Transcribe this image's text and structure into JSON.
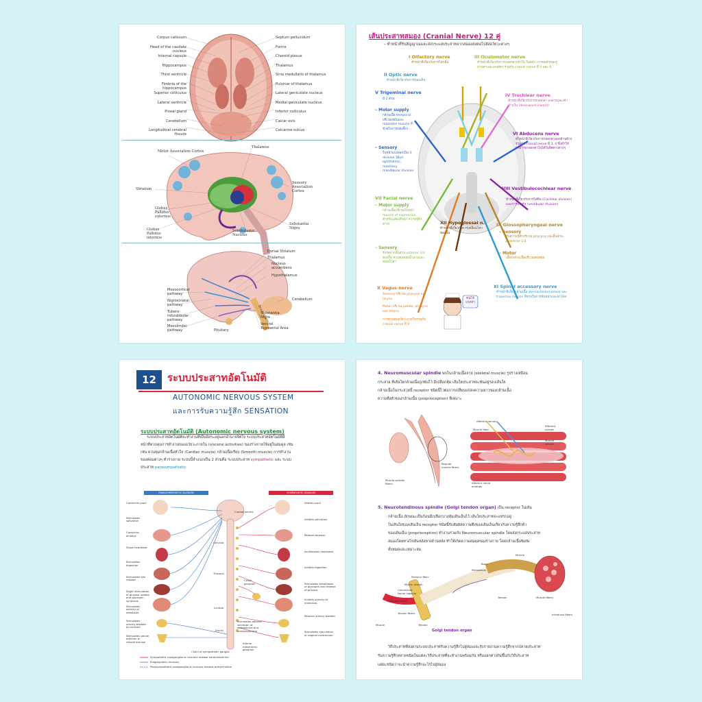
{
  "page1": {
    "left_labels": [
      "Corpus callosum",
      "Head of the caudate nucleus",
      "Internal capsule",
      "Hippocampus",
      "Third ventricle",
      "Fimbria of the hippocampus",
      "Superior colliculus",
      "Lateral ventricle",
      "Pineal gland",
      "Cerebellum",
      "Longitudinal cerebral fissure"
    ],
    "right_labels": [
      "Septum pellucidum",
      "Fornix",
      "Choroid plexus",
      "Thalamus",
      "Stria medullaris of thalamus",
      "Pulvinar of thalamus",
      "Lateral geniculate nucleus",
      "Medial geniculate nucleus",
      "Inferior colliculus",
      "Calcar avis",
      "Calcarine sulcus"
    ],
    "basal_left": [
      "Motor Association Cortex",
      "Striatum",
      "Globus Pallidus externus",
      "Globus Pallidus internus"
    ],
    "basal_right": [
      "Thalamus",
      "Sensory Association Cortex",
      "Substantia Nigra"
    ],
    "basal_bottom": "Subthalamic Nucleus",
    "dop_right": [
      "Dorsal Striatum",
      "Thalamus",
      "Nucleus accumbens",
      "Hypothalamus",
      "Cerebellum",
      "Substantia Nigra",
      "Ventral Tegmental Area"
    ],
    "dop_left": [
      "Mesocortical pathway",
      "Nigrostriatal pathway",
      "Tubero-infundibular pathway",
      "Mesolimbic pathway"
    ],
    "dop_bottom": "Pituitary",
    "brainstem": "Brain stem"
  },
  "page2": {
    "title": "เส้นประสาทสมอง (Cranial Nerve) 12 คู่",
    "subtitle": "–  ทำหน้าที่รับสัญญาณและส่งกระแสประสาทจากสมองส่งต่อไปยังอวัยวะต่างๆ",
    "n1": {
      "name": "I Olfactory nerve",
      "desc": "ทำหน้าที่เกี่ยวกับการได้กลิ่น"
    },
    "n2": {
      "name": "II Optic nerve",
      "desc": "ทำหน้าที่เกี่ยวกับการมองเห็น"
    },
    "n3": {
      "name": "III Oculomotor nerve",
      "desc": "ทำหน้าที่เกี่ยวกับการกลอกตาเข้าใน ในหน้า การหดตัวของรูม่านตาและเลนส์ตา ร่วมกับ cranial nerve ที่ 4 และ 6"
    },
    "n4": {
      "name": "IV Trochlear nerve",
      "desc": "ทำหน้าที่เกี่ยวกับการกลอกตา ลงล่างและเข้าด้านใน (downward-inward)"
    },
    "n5": {
      "name": "V Trigeminal nerve",
      "split": "มี 2 ส่วน",
      "motor": "Motor supply",
      "motor_desc": "กล้ามเนื้อ temporal บริเวณขมับและ masseter muscle ที่ช่วยในการบดเคี้ยว",
      "sensory": "Sensory",
      "sensory_desc": "ใบหน้าแบ่งออกเป็น 3 division ได้แก่ ophthalmic, maxillary, mandibular division"
    },
    "n6": {
      "name": "VI Abducens nerve",
      "desc": "ทำหน้าที่เกี่ยวกับการกลอกตาออกด้านข้าง ร่วมกับ cranial nerve ที่ 3, 4 ซึ่งทำให้สามารถกลอกตาไปได้ในทิศทางต่างๆ"
    },
    "n7": {
      "name": "VII Facial nerve",
      "motor": "Motor supply",
      "motor_desc": "กล้ามเนื้อบริเวณใบหน้า muscle of expression สำหรับแสดงสีหน้า ความรู้สึกต่างๆ",
      "sensory": "Sensory",
      "sensory_desc": "รับรสจากลิ้นส่วน anterior 2/3 ของลิ้น ควบคุมต่อมน้ำลายและต่อมน้ำตา"
    },
    "n8": {
      "name": "VIII Vestibulocochlear nerve",
      "desc": "ทำหน้าที่เกี่ยวกับการได้ยิน (Cochlear division) และการทรงตัว (vestibular division)"
    },
    "n9": {
      "name": "IX Glossopharyngeal nerve",
      "sensory": "Sensory",
      "sensory_desc": "รับความรู้สึกบริเวณ pharynx และลิ้นส่วน posterior 1/3",
      "motor": "Motor",
      "motor_desc": "เลี้ยงกล้ามเนื้อบริเวณคอหอย"
    },
    "n10": {
      "name": "X Vagus nerve",
      "l1": "Sensory บริเวณ pharynx และ larynx",
      "l2": "Motor บริเวณ palate, pharynx และ larynx",
      "l3": "การควบคุมอวัยวะภายในร่วมกับ cranial nerve ที่ 9"
    },
    "n11": {
      "name": "XI Spinal accessory nerve",
      "desc": "ทำหน้าที่เลี้ยงกล้ามเนื้อ sternocleidomastoid และ trapezius muscle ที่ช่วยในการหันหน้าและยกไหล่"
    },
    "n12": {
      "name": "XII Hypoglossal n.",
      "desc": "ทำหน้าที่เกี่ยวกับการเคลื่อนไหวของลิ้น"
    },
    "speech": "คนไข้ ปวดหัว"
  },
  "page3": {
    "chapter_no": "12",
    "title_th": "ระบบประสาทอัตโนมัติ",
    "title_en1": "AUTONOMIC NERVOUS SYSTEM",
    "title_en2": "และการรับความรู้สึก SENSATION",
    "section": "ระบบประสาทอัตโนมัติ (Autonomic nervous system)",
    "p1": "ระบบประสาทอัตโนมัติจะทำงานที่เป็นอิสระอยู่นอกอำนาจจิตใจ ระบบประสาทอัตโนมัติมี",
    "p2": "หน้าที่ควบคุมการทำงานของอวัยวะภายใน (visceral activities) ของร่างกายให้อยู่ในสมดุล เช่น",
    "p3": "เช่น ควบคุมกล้ามเนื้อหัวใจ (Cardiac muscle) กล้ามเนื้อเรียบ (Smooth muscle) การทำงาน",
    "p4": "ของต่อมต่างๆ ทั่วร่างกาย ระบบนี้จำแนกเป็น 2 ส่วนคือ ระบบประสาท",
    "sym": "sympathetic",
    "and": " และ ระบบ",
    "p5": "ประสาท ",
    "para": "parasympathetic",
    "hdr_left": "PARASYMPATHETIC DIVISION",
    "hdr_right": "SYMPATHETIC DIVISION",
    "left_items": [
      "Constricts pupil",
      "Stimulates salivation",
      "Constricts airways",
      "Slows heartbeat",
      "Stimulates digestion",
      "Stimulates bile release",
      "Slight stimulation of glucose uptake and glycogen synthesis",
      "Stimulates activity of intestines",
      "Stimulates urinary bladder to contract",
      "Stimulates penile erection or clitoral arousal"
    ],
    "right_items": [
      "Dilates pupil",
      "Inhibits salivation",
      "Relaxes airways",
      "Accelerates heartbeat",
      "Inhibits digestion",
      "Stimulates breakdown of glycogen and release of glucose",
      "Inhibits activity of intestines",
      "Relaxes urinary bladder",
      "Stimulates ejaculation or vaginal contraction"
    ],
    "center_items": [
      "Cranial nerves",
      "Cervical",
      "Thoracic",
      "Lumbar",
      "Sacral",
      "Celiac ganglion",
      "Stimulates adrenal secretion of epinephrine and norepinephrine",
      "Inferior mesenteric ganglion",
      "Chain of sympathetic ganglia"
    ],
    "legend": [
      "Sympathetic postganglionic neurons release norepinephrine",
      "Preganglionic neurons",
      "Parasympathetic postganglionic neurons release acetylcholine"
    ]
  },
  "page4": {
    "h1_num": "4. Neuromuscular spindle",
    "h1_text": " พบในกล้ามเนื้อลาย (skeletal muscle) รูปร่างเหมือน",
    "l1": "กระสวย ที่เส้นใยกล้ามเนื้อถูกพันไว้ มีเปลือกหุ้ม เส้นใยประสาทจะพันอยู่รอบเส้นใย",
    "l2": "กล้ามเนื้อในกระสวยนี้ receptor ชนิดนี้ไวต่อการเปลี่ยนแปลงความยาวของกล้ามเนื้อ",
    "l3": "ความตึงตัวของกล้ามเนื้อ (proprioception) ที่เหมาะ",
    "fig1_labels": [
      "Afferent nerves",
      "Muscle fiber",
      "Efferent nerves",
      "Muscle spindle",
      "Regular muscle fibers",
      "Muscle spindle fibers",
      "Afferent nerve endings"
    ],
    "h2_num": "5. Neurotendinous spindle (Golgi tendon organ)",
    "h2_text": " เป็น receptor ในเส้น",
    "m1": "กล้ามเนื้อ ลักษณะเป็นก้อนมีเปลือกบางหุ้มเส้นเอ็นไว้ เส้นใยประสาทจะแทรกอยู่",
    "m2": "ในเส้นใยของเส้นเอ็น receptor ชนิดนี้รับสัมผัสความตึงของเส้นเอ็นเกี่ยวกับความรู้สึกตัว",
    "m3": "ของเส้นเอ็น (proprioception) ทำงานร่วมกับ Neuromuscular spindle โดยส่งกระแสประสาท",
    "m4": "สมองโดยทางไขสันหลังทางด้านหลัง ทำให้เกิดความสมดุลของร่างกาย โดยกล้ามเนื้อพิเศษ",
    "m5": "ทั้งหมดและเหมาะสม",
    "fig2_labels": [
      "Muscle",
      "Bone",
      "Periosteum",
      "Tendon",
      "Sensory fiber",
      "Myelin sheath",
      "Connective tissue capsule",
      "Collagen fibers",
      "Tendon fibers",
      "Tendon",
      "Muscle fibers",
      "Intrafusal fibers",
      "Muscle"
    ],
    "golgi_label": "Golgi tendon organ",
    "b1": "วิถีประสาทที่ส่งผ่านระบบประสาทรับความรู้สึกไปสู่สมองจะรับรายงานความรู้สึกจากปลายประสาท",
    "b2": "รับความรู้สึกหลายชนิดในแต่ละวิถีประสาทที่จะทำงานพร้อมกัน หรือแยกต่างกันขึ้นกับวิถีประสาท",
    "b3": "แต่ละชนิดว่าจะนำความรู้สึกอะไรไปสู่สมอง"
  }
}
